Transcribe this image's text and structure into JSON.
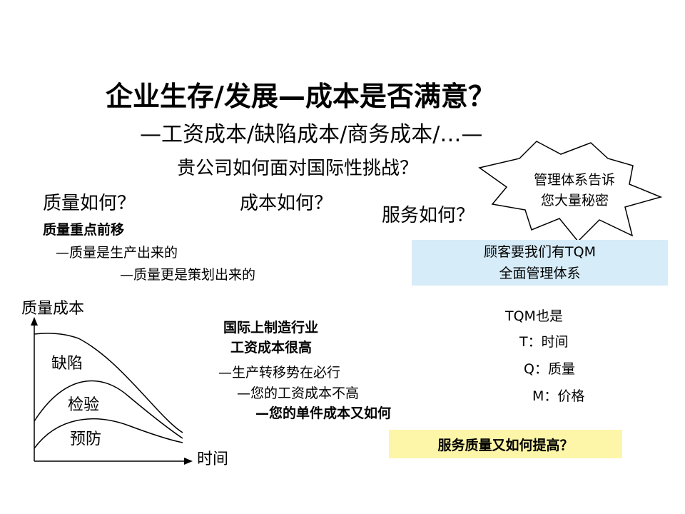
{
  "slide": {
    "title": "企业生存/发展—成本是否满意？",
    "subtitle": "—工资成本/缺陷成本/商务成本/…—",
    "challenge": "贵公司如何面对国际性挑战？",
    "starburst_line1": "管理体系告诉",
    "starburst_line2": "您大量秘密",
    "quality_q": "质量如何？",
    "cost_q": "成本如何？",
    "service_q": "服务如何？",
    "quality_shift": "质量重点前移",
    "quality_produced": "—质量是生产出来的",
    "quality_planned": "—质量更是策划出来的",
    "tqm_box_line1": "顾客要我们有TQM",
    "tqm_box_line2": "全面管理体系",
    "chart_ylabel": "质量成本",
    "chart_xlabel": "时间",
    "chart_band_defect": "缺陷",
    "chart_band_inspect": "检验",
    "chart_band_prevent": "预防",
    "intl_line1": "国际上制造行业",
    "intl_line2": "工资成本很高",
    "transfer": "—生产转移势在必行",
    "wage_low": "—您的工资成本不高",
    "unit_cost": "—您的单件成本又如何",
    "tqm_also": "TQM也是",
    "tqm_t": "T：时间",
    "tqm_q": "Q：质量",
    "tqm_m": "M：价格",
    "service_box": "服务质量又如何提高？"
  }
}
